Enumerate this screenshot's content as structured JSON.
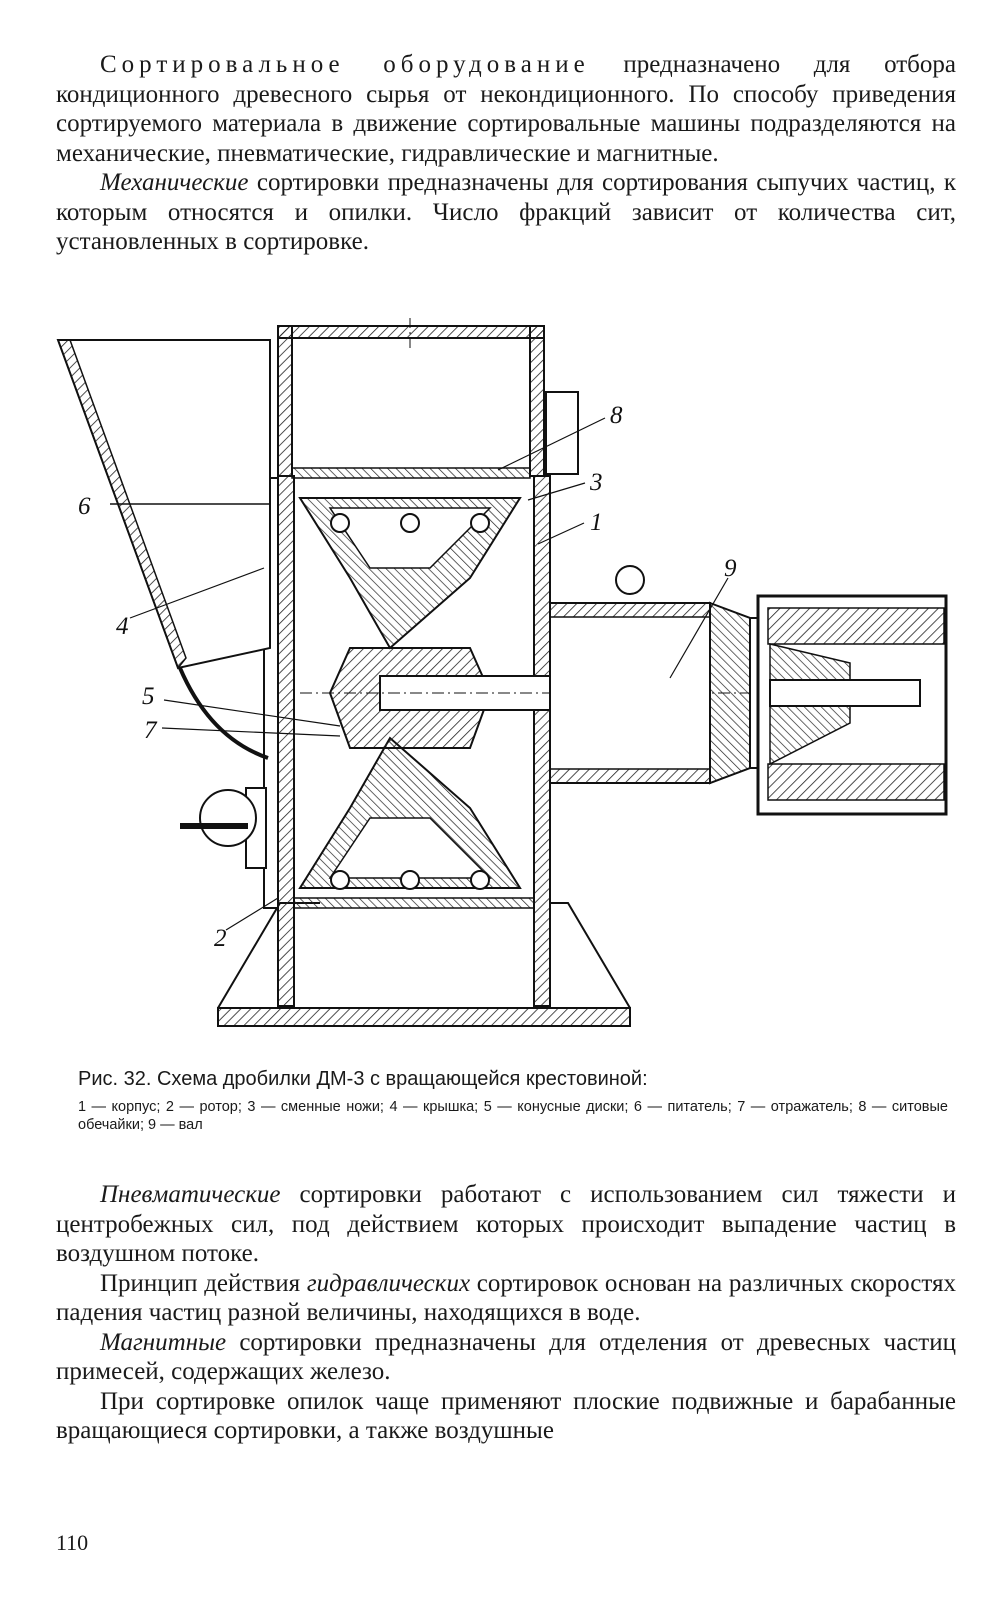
{
  "paragraphs_top": {
    "p1_lead": "Сортировальное оборудование",
    "p1_rest": " предназначено для отбора кондиционного древесного сырья от некондиционного. По способу приведения сортируемого материала в движение сортировальные машины подразделяются на механические, пневматические, гидравлические и магнитные.",
    "p2_lead": "Механические",
    "p2_rest": " сортировки предназначены для сортирования сыпучих частиц, к которым относятся и опилки. Число фракций зависит от количества сит, установленных в сортировке."
  },
  "figure": {
    "callouts": [
      "1",
      "2",
      "3",
      "4",
      "5",
      "6",
      "7",
      "8",
      "9"
    ],
    "caption_title": "Рис. 32. Схема дробилки ДМ-3 с вращающейся крестовиной:",
    "caption_legend": "1 — корпус; 2 — ротор; 3 — сменные ножи; 4 — крышка; 5 — конусные диски; 6 — питатель; 7 — отражатель; 8 — ситовые обечайки; 9 — вал"
  },
  "paragraphs_bottom": {
    "p3_lead": "Пневматические",
    "p3_rest": " сортировки работают с использованием сил тяжести и центробежных сил, под действием которых происходит выпадение частиц в воздушном потоке.",
    "p4_pre": "Принцип действия ",
    "p4_lead": "гидравлических",
    "p4_rest": " сортировок основан на различных скоростях падения частиц разной величины, находящихся в воде.",
    "p5_lead": "Магнитные",
    "p5_rest": " сортировки предназначены для отделения от древесных частиц примесей, содержащих железо.",
    "p6": "При сортировке опилок чаще применяют плоские подвижные и барабанные вращающиеся сортировки, а также воздушные"
  },
  "page_number": "110"
}
